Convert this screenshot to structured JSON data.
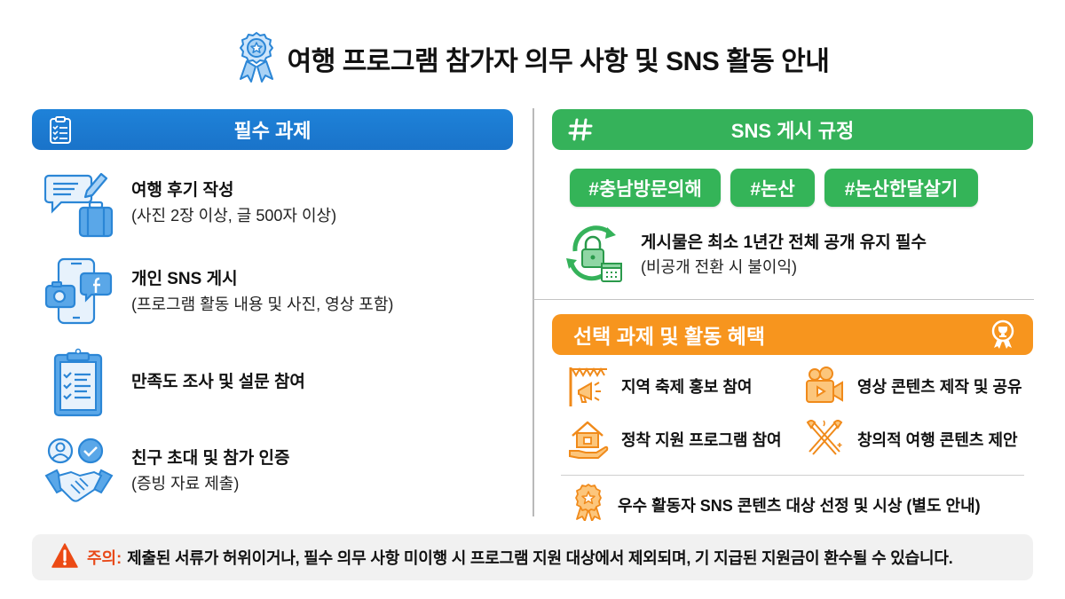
{
  "header": {
    "title": "여행 프로그램 참가자 의무 사항 및 SNS 활동 안내",
    "icon": "award-ribbon-icon"
  },
  "colors": {
    "blue": "#1a73c9",
    "green": "#35b25a",
    "orange": "#f7951e",
    "warning": "#e84a1a",
    "icon_blue": "#2b86d6",
    "icon_blue_fill": "#a9d2f5"
  },
  "required": {
    "title": "필수 과제",
    "icon": "clipboard-checklist-icon",
    "items": [
      {
        "main": "여행 후기 작성",
        "sub": "(사진 2장 이상, 글 500자 이상)",
        "icon": "review-suitcase-icon"
      },
      {
        "main": "개인 SNS 게시",
        "sub": "(프로그램 활동 내용 및 사진, 영상 포함)",
        "icon": "smartphone-social-icon"
      },
      {
        "main": "만족도 조사 및 설문 참여",
        "sub": "",
        "icon": "survey-checklist-icon"
      },
      {
        "main": "친구 초대 및 참가 인증",
        "sub": "(증빙 자료 제출)",
        "icon": "handshake-users-icon"
      }
    ]
  },
  "sns": {
    "title": "SNS 게시 규정",
    "icon": "hashtag-icon",
    "hashtags": [
      "#충남방문의해",
      "#논산",
      "#논산한달살기"
    ],
    "rule_main": "게시물은 최소 1년간 전체 공개 유지 필수",
    "rule_sub": "(비공개 전환 시 불이익)",
    "rule_icon": "lock-calendar-cycle-icon"
  },
  "optional": {
    "title": "선택 과제 및 활동 혜택",
    "icon": "trophy-ribbon-icon",
    "items": [
      {
        "label": "지역 축제 홍보 참여",
        "icon": "megaphone-bunting-icon"
      },
      {
        "label": "영상 콘텐츠 제작 및 공유",
        "icon": "video-camera-icon"
      },
      {
        "label": "정착 지원 프로그램 참여",
        "icon": "house-hand-icon"
      },
      {
        "label": "창의적 여행 콘텐츠 제안",
        "icon": "crossed-brushes-icon"
      }
    ],
    "award": "우수 활동자 SNS 콘텐츠 대상 선정 및 시상 (별도 안내)",
    "award_icon": "medal-star-icon"
  },
  "notice": {
    "prefix": "주의:",
    "text": "제출된 서류가 허위이거나, 필수 의무 사항 미이행 시 프로그램 지원 대상에서 제외되며, 기 지급된 지원금이 환수될 수 있습니다.",
    "icon": "warning-triangle-icon"
  }
}
